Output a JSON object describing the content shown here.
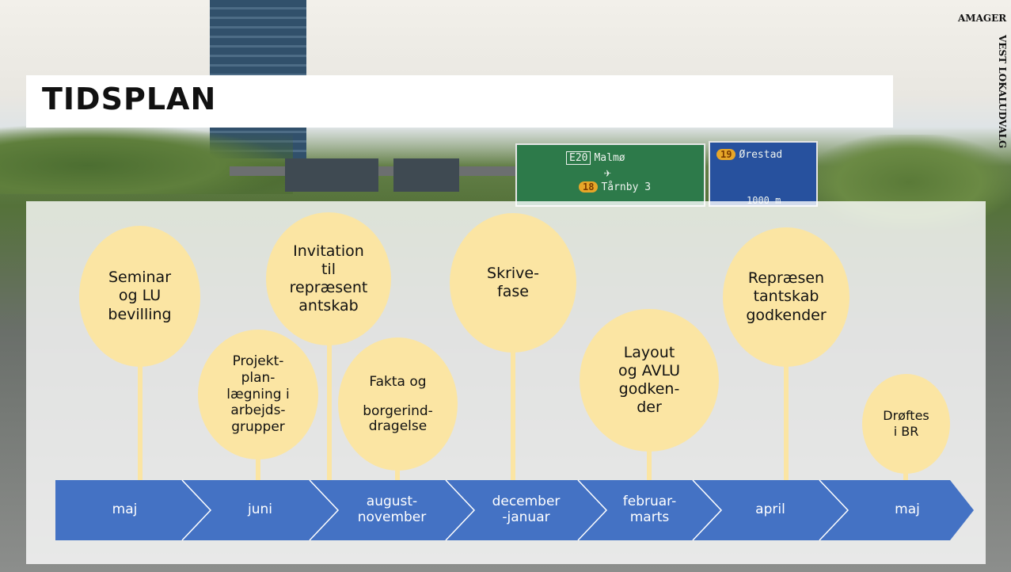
{
  "title": "TIDSPLAN",
  "logo": {
    "line1": "AMAGER",
    "line2": "VEST LOKALUDVALG"
  },
  "photo_signs": {
    "green_line1_route": "E20",
    "green_line1_city": "Malmø",
    "green_airport": "✈",
    "green_line2_route": "18",
    "green_line2_city": "Tårnby 3",
    "blue_route": "19",
    "blue_city": "Ørestad",
    "blue_distance": "1000 m"
  },
  "colors": {
    "bubble": "#fbe5a3",
    "stem": "#fbe5a3",
    "arrow": "#4472c4",
    "arrow_text": "#ffffff"
  },
  "timeline": {
    "months": [
      "maj",
      "juni",
      "august-\nnovember",
      "december\n-januar",
      "februar-\nmarts",
      "april",
      "maj"
    ]
  },
  "milestones": [
    {
      "text": "Seminar\nog LU\nbevilling"
    },
    {
      "text": "Projekt-\nplan-\nlægning i\narbejds-\ngrupper"
    },
    {
      "text": "Invitation\ntil\nrepræsent\nantskab"
    },
    {
      "text": "Fakta og\n\nborgerind-\ndragelse"
    },
    {
      "text": "Skrive-\nfase"
    },
    {
      "text": "Layout\nog AVLU\ngodken-\nder"
    },
    {
      "text": "Repræsen\ntantskab\ngodkender"
    },
    {
      "text": "Drøftes\ni BR"
    }
  ]
}
